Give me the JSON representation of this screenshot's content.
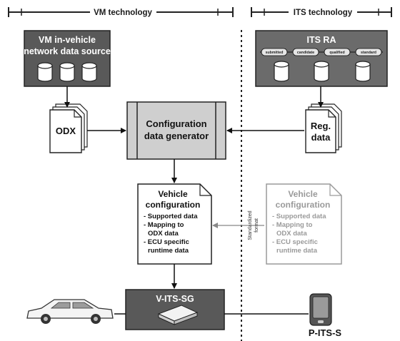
{
  "header": {
    "vm_technology": "VM technology",
    "its_technology": "ITS technology"
  },
  "vm_source": {
    "title_line1": "VM in-vehicle",
    "title_line2": "network data source"
  },
  "its_ra": {
    "title": "ITS RA",
    "stages": [
      "submitted",
      "candidate",
      "qualified",
      "standard"
    ]
  },
  "odx": {
    "label": "ODX"
  },
  "reg_data": {
    "line1": "Reg.",
    "line2": "data"
  },
  "generator": {
    "line1": "Configuration",
    "line2": "data generator"
  },
  "vehicle_config": {
    "title_line1": "Vehicle",
    "title_line2": "configuration",
    "items": [
      "- Supported data",
      "- Mapping to",
      "  ODX data",
      "- ECU specific",
      "  runtime data"
    ]
  },
  "vehicle_config_std": {
    "title_line1": "Vehicle",
    "title_line2": "configuration",
    "items": [
      "- Supported data",
      "- Mapping to",
      "  ODX data",
      "- ECU specific",
      "  runtime data"
    ]
  },
  "standardized_format": {
    "line1": "Standardized",
    "line2": "format"
  },
  "v_its_sg": {
    "label": "V-ITS-SG"
  },
  "p_its_s": {
    "label": "P-ITS-S"
  },
  "colors": {
    "dark_box": "#595959",
    "generator_fill": "#cfcfcf",
    "ra_box": "#6b6b6b",
    "gray_text": "#9a9a9a"
  }
}
